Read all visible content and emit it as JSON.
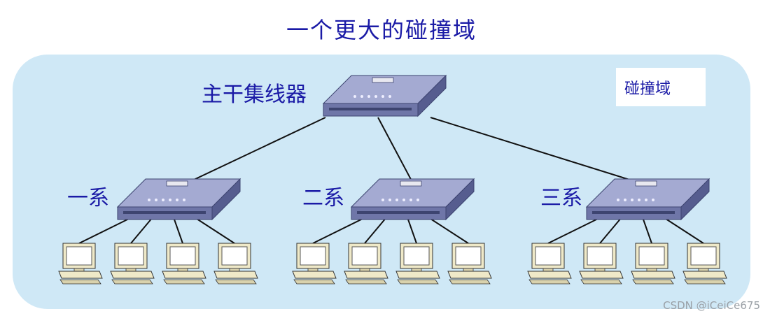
{
  "title": "一个更大的碰撞域",
  "legend": "碰撞域",
  "main_hub": {
    "label": "主干集线器"
  },
  "departments": [
    {
      "label": "一系",
      "pcs": 4
    },
    {
      "label": "二系",
      "pcs": 4
    },
    {
      "label": "三系",
      "pcs": 4
    }
  ],
  "watermark": "CSDN @iCeiCe675",
  "colors": {
    "domain_fill": "#cfe8f6",
    "text_blue": "#1a1aa6",
    "hub_body": "#9fa5cc"
  }
}
